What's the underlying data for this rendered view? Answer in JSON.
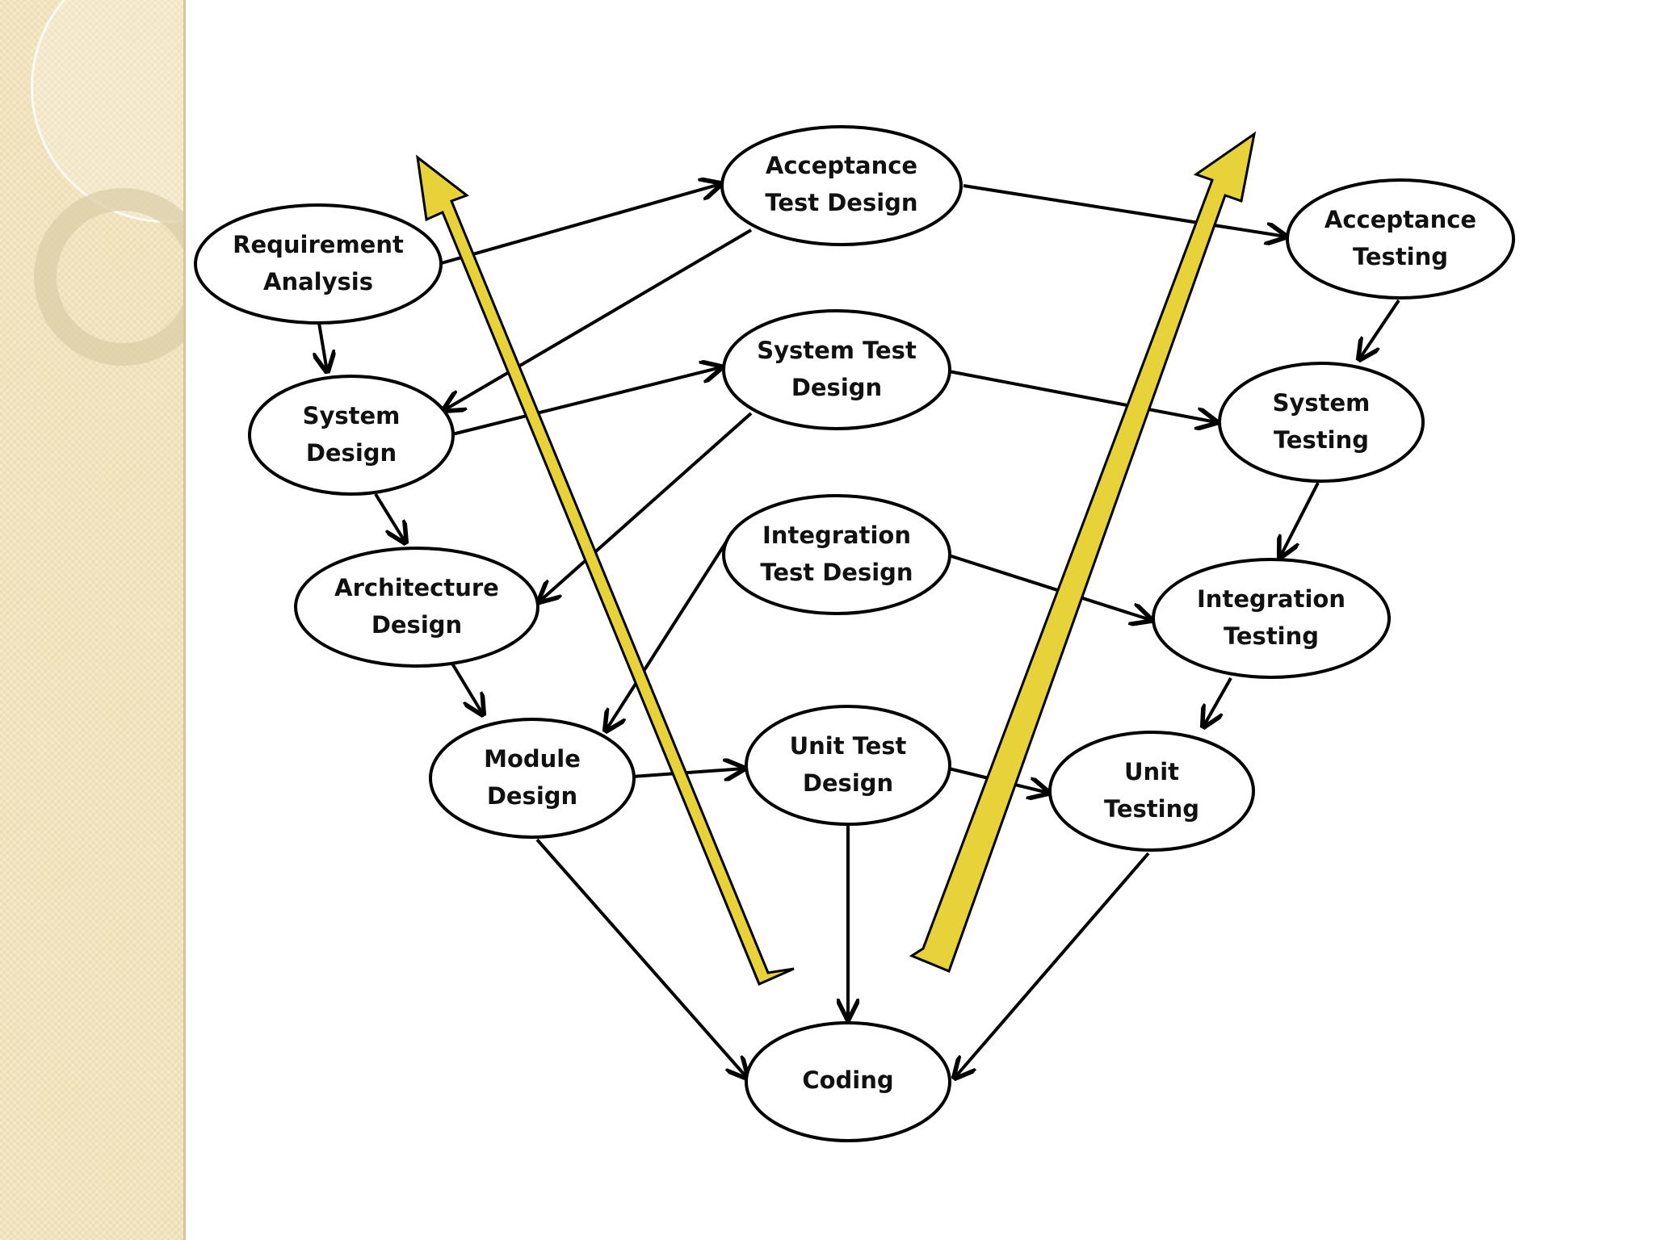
{
  "nodes": {
    "requirement_analysis": {
      "line1": "Requirement",
      "line2": "Analysis"
    },
    "system_design": {
      "line1": "System",
      "line2": "Design"
    },
    "architecture_design": {
      "line1": "Architecture",
      "line2": "Design"
    },
    "module_design": {
      "line1": "Module",
      "line2": "Design"
    },
    "acceptance_test_design": {
      "line1": "Acceptance",
      "line2": "Test Design"
    },
    "system_test_design": {
      "line1": "System Test",
      "line2": "Design"
    },
    "integration_test_design": {
      "line1": "Integration",
      "line2": "Test Design"
    },
    "unit_test_design": {
      "line1": "Unit Test",
      "line2": "Design"
    },
    "acceptance_testing": {
      "line1": "Acceptance",
      "line2": "Testing"
    },
    "system_testing": {
      "line1": "System",
      "line2": "Testing"
    },
    "integration_testing": {
      "line1": "Integration",
      "line2": "Testing"
    },
    "unit_testing": {
      "line1": "Unit",
      "line2": "Testing"
    },
    "coding": {
      "line1": "Coding"
    }
  },
  "colors": {
    "arrow": "#000000",
    "node_fill": "#ffffff",
    "node_stroke": "#000000",
    "big_arrow_fill": "#e8d23a",
    "big_arrow_stroke": "#000000",
    "sidebar": "#f1e3bd"
  }
}
